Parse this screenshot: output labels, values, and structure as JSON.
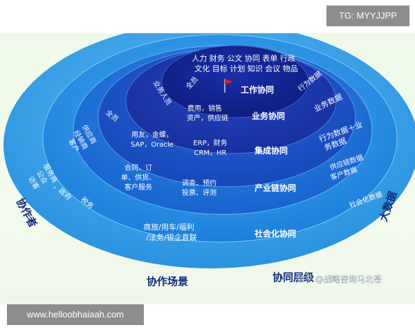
{
  "badges": {
    "telegram": "TG: MYYJJPP",
    "website": "www.helloobhaiaah.com"
  },
  "watermark": "知乎 @战略咨询马北苍",
  "axes": {
    "left": "协作者",
    "right": "大数据",
    "bottom_left": "协作场景",
    "bottom_right": "协同层级"
  },
  "layers": {
    "workflow": {
      "title": "工作协同",
      "top_lines": [
        "人力 财务 公文 协同 表单 行政",
        "文化 目标 计划 知识 会议 物品"
      ],
      "left": "全员",
      "right": "行为数据"
    },
    "business": {
      "title": "业务协同",
      "left": "业务人员",
      "center_lines": [
        "费用，销售",
        "资产，供应链"
      ],
      "right": "业务数据"
    },
    "integration": {
      "title": "集成协同",
      "left": "全员",
      "center1_lines": [
        "用友，金蝶，",
        "SAP，Oracle"
      ],
      "center2_lines": [
        "ERP，财务",
        "CRM，HR"
      ],
      "right_lines": [
        "行为数据＋业",
        "务数据"
      ]
    },
    "supply_chain": {
      "title": "产业链协同",
      "left_lines": [
        "供应商",
        "经销商",
        "客户"
      ],
      "center1_lines": [
        "合同、订",
        "单、供货、",
        "客户服务"
      ],
      "center2_lines": [
        "调查、预约",
        "投票、评测"
      ],
      "right_lines": [
        "供应链数据",
        "客户数据"
      ]
    },
    "social": {
      "title": "社会化协同",
      "left_lines": [
        "服务商",
        "公众",
        "访客",
        "，政府",
        "税务"
      ],
      "center_lines": [
        "商旅/用车/福利",
        "/法务/银企直联"
      ],
      "right": "社会化数据"
    }
  },
  "colors": {
    "outer": "#2e9be6",
    "ring2": "#1e86e0",
    "ring3": "#1a6fd6",
    "ring4": "#1652c4",
    "ring5": "#1a36b0",
    "core": "#13238f",
    "label": "#0f2a78",
    "flag": "#e4201d"
  }
}
